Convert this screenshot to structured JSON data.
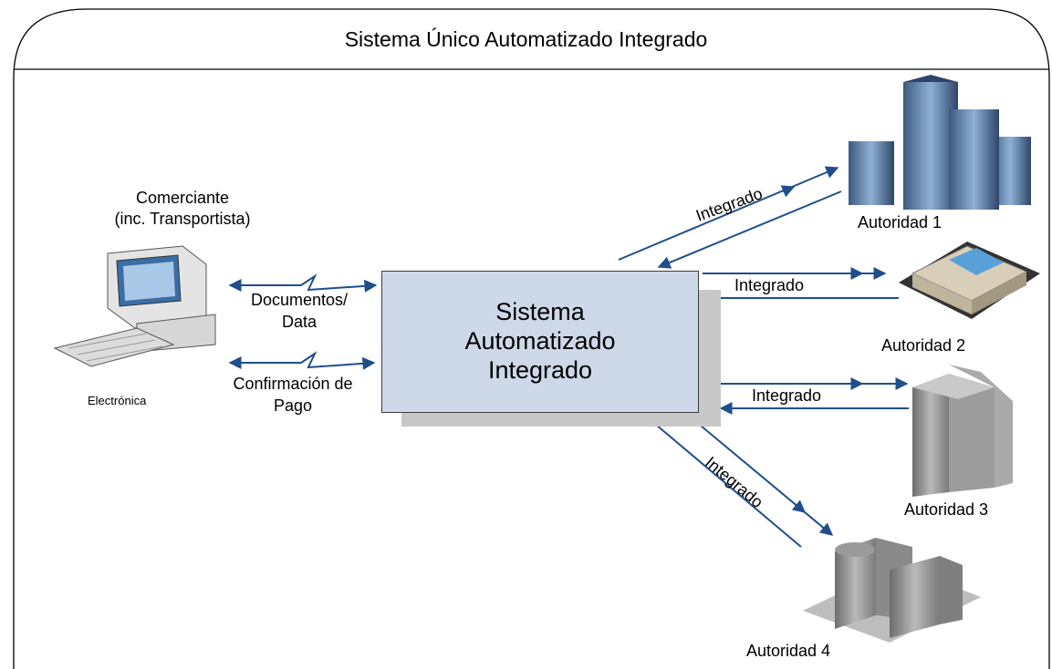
{
  "title": "Sistema Único Automatizado Integrado",
  "merchant": {
    "label": "Comerciante\n(inc. Transportista)",
    "sublabel": "Electrónica"
  },
  "left_links": {
    "documents": "Documentos/\nData",
    "payment": "Confirmación de\nPago"
  },
  "system": {
    "label": "Sistema\nAutomatizado\nIntegrado"
  },
  "authorities": [
    {
      "label": "Autoridad 1"
    },
    {
      "label": "Autoridad 2"
    },
    {
      "label": "Autoridad 3"
    },
    {
      "label": "Autoridad 4"
    }
  ],
  "link_label": "Integrado",
  "colors": {
    "arrow": "#1f4e8c",
    "box_fill": "#cdd9e8",
    "building_blue": "#6f8fb5",
    "building_gray": "#8c8c8c"
  }
}
